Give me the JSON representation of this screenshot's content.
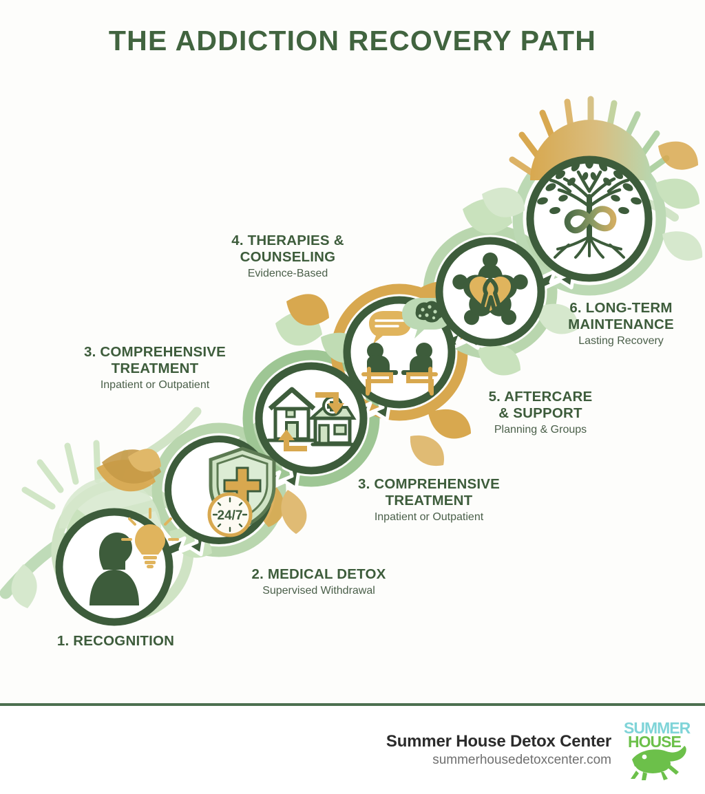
{
  "page": {
    "title": "THE ADDICTION RECOVERY PATH",
    "background_color": "#fdfdfb"
  },
  "colors": {
    "dark_green": "#3d5c3b",
    "deep_green": "#2f5135",
    "mid_green": "#6f9f6c",
    "light_green": "#bcd9b4",
    "pale_green": "#d6e8cd",
    "gold": "#d9a busy",
    "gold_hex": "#d8a84f",
    "pale_gold": "#e2bd76",
    "text_dark": "#2b2b2b",
    "text_muted": "#6f6f6f",
    "divider": "#4c7050",
    "logo_green": "#6cc04a",
    "logo_blue": "#7fd4d8"
  },
  "steps": [
    {
      "id": "step-1",
      "number": "1.",
      "title": "1. RECOGNITION",
      "subtitle": "",
      "icon": "person-lightbulb-icon",
      "ring_color": "#3d5c3b"
    },
    {
      "id": "step-2",
      "number": "2.",
      "title": "2. MEDICAL DETOX",
      "subtitle": "Supervised Withdrawal",
      "icon": "shield-cross-clock-icon",
      "ring_color": "#3d5c3b"
    },
    {
      "id": "step-3a",
      "number": "3.",
      "title": "3. COMPREHENSIVE\nTREATMENT",
      "subtitle": "Inpatient or Outpatient",
      "icon": "house-clinic-exchange-icon",
      "ring_color": "#3d5c3b"
    },
    {
      "id": "step-4",
      "number": "4.",
      "title": "4. THERAPIES &\nCOUNSELING",
      "subtitle": "Evidence-Based",
      "icon": "counseling-speech-brain-icon",
      "ring_color": "#d8a84f"
    },
    {
      "id": "step-3b",
      "number": "3.",
      "title": "3. COMPREHENSIVE\nTREATMENT",
      "subtitle": "Inpatient or Outpatient",
      "icon": "house-clinic-exchange-icon",
      "ring_color": "#3d5c3b"
    },
    {
      "id": "step-5",
      "number": "5.",
      "title": "5. AFTERCARE\n& SUPPORT",
      "subtitle": "Planning & Groups",
      "icon": "group-heart-ribbon-icon",
      "ring_color": "#3d5c3b"
    },
    {
      "id": "step-6",
      "number": "6.",
      "title": "6. LONG-TERM\nMAINTENANCE",
      "subtitle": "Lasting Recovery",
      "icon": "tree-of-life-infinity-icon",
      "ring_color": "#3d5c3b"
    }
  ],
  "decorations": {
    "sunburst_left": "sunrise-rays-icon",
    "sunburst_right": "sunrise-rays-icon",
    "vine": "vine-path-icon",
    "leaves": "leaf-icon",
    "arrows": "arrow-up-right-icon"
  },
  "footer": {
    "brand_name": "Summer House Detox Center",
    "url": "summerhousedetoxcenter.com",
    "logo_name": "summer-house-frog-logo",
    "logo_text_top": "SUMMER",
    "logo_text_bottom": "HOUSE"
  }
}
